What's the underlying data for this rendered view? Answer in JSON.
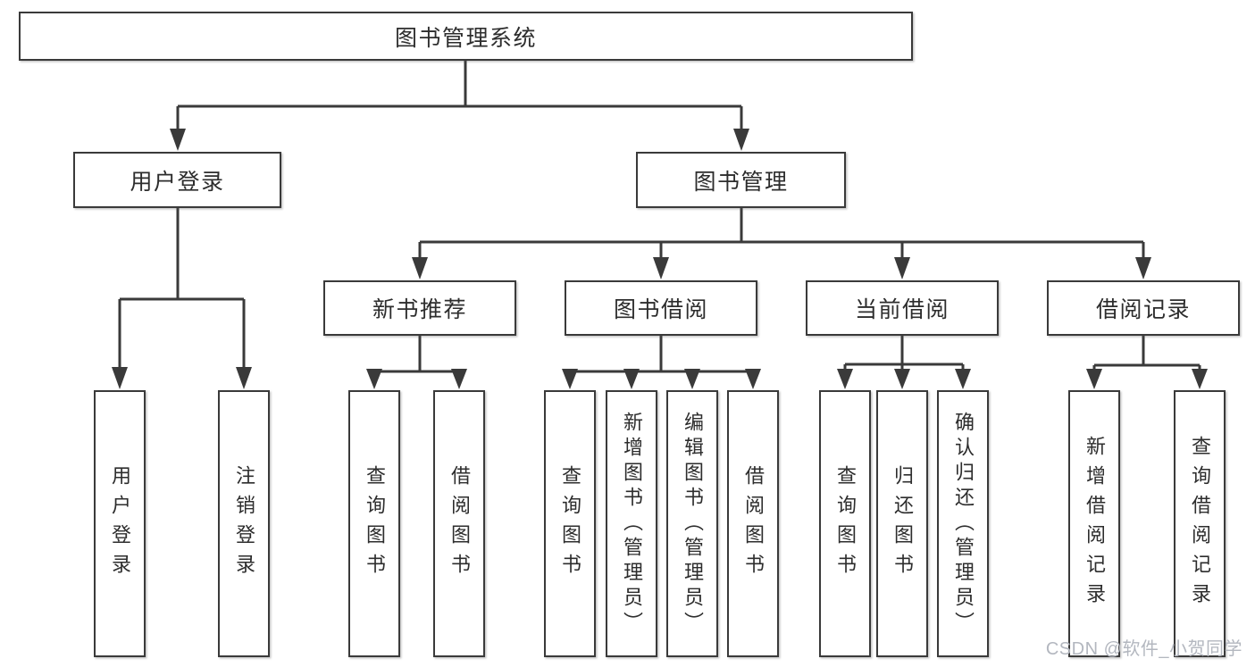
{
  "tree": {
    "label": "图书管理系统",
    "children": [
      {
        "label": "用户登录",
        "children": [
          {
            "label": "用户登录"
          },
          {
            "label": "注销登录"
          }
        ]
      },
      {
        "label": "图书管理",
        "children": [
          {
            "label": "新书推荐",
            "children": [
              {
                "label": "查询图书"
              },
              {
                "label": "借阅图书"
              }
            ]
          },
          {
            "label": "图书借阅",
            "children": [
              {
                "label": "查询图书"
              },
              {
                "label": "新增图书（管理员）"
              },
              {
                "label": "编辑图书（管理员）"
              },
              {
                "label": "借阅图书"
              }
            ]
          },
          {
            "label": "当前借阅",
            "children": [
              {
                "label": "查询图书"
              },
              {
                "label": "归还图书"
              },
              {
                "label": "确认归还（管理员）"
              }
            ]
          },
          {
            "label": "借阅记录",
            "children": [
              {
                "label": "新增借阅记录"
              },
              {
                "label": "查询借阅记录"
              }
            ]
          }
        ]
      }
    ]
  },
  "watermark": {
    "text": "CSDN @软件_小贺同学"
  },
  "colors": {
    "line": "#3a3a3a",
    "box_border": "#3a3a3a",
    "box_fill": "#ffffff",
    "text": "#2d2d2d",
    "watermark": "#b3b7bf",
    "background": "#ffffff"
  }
}
